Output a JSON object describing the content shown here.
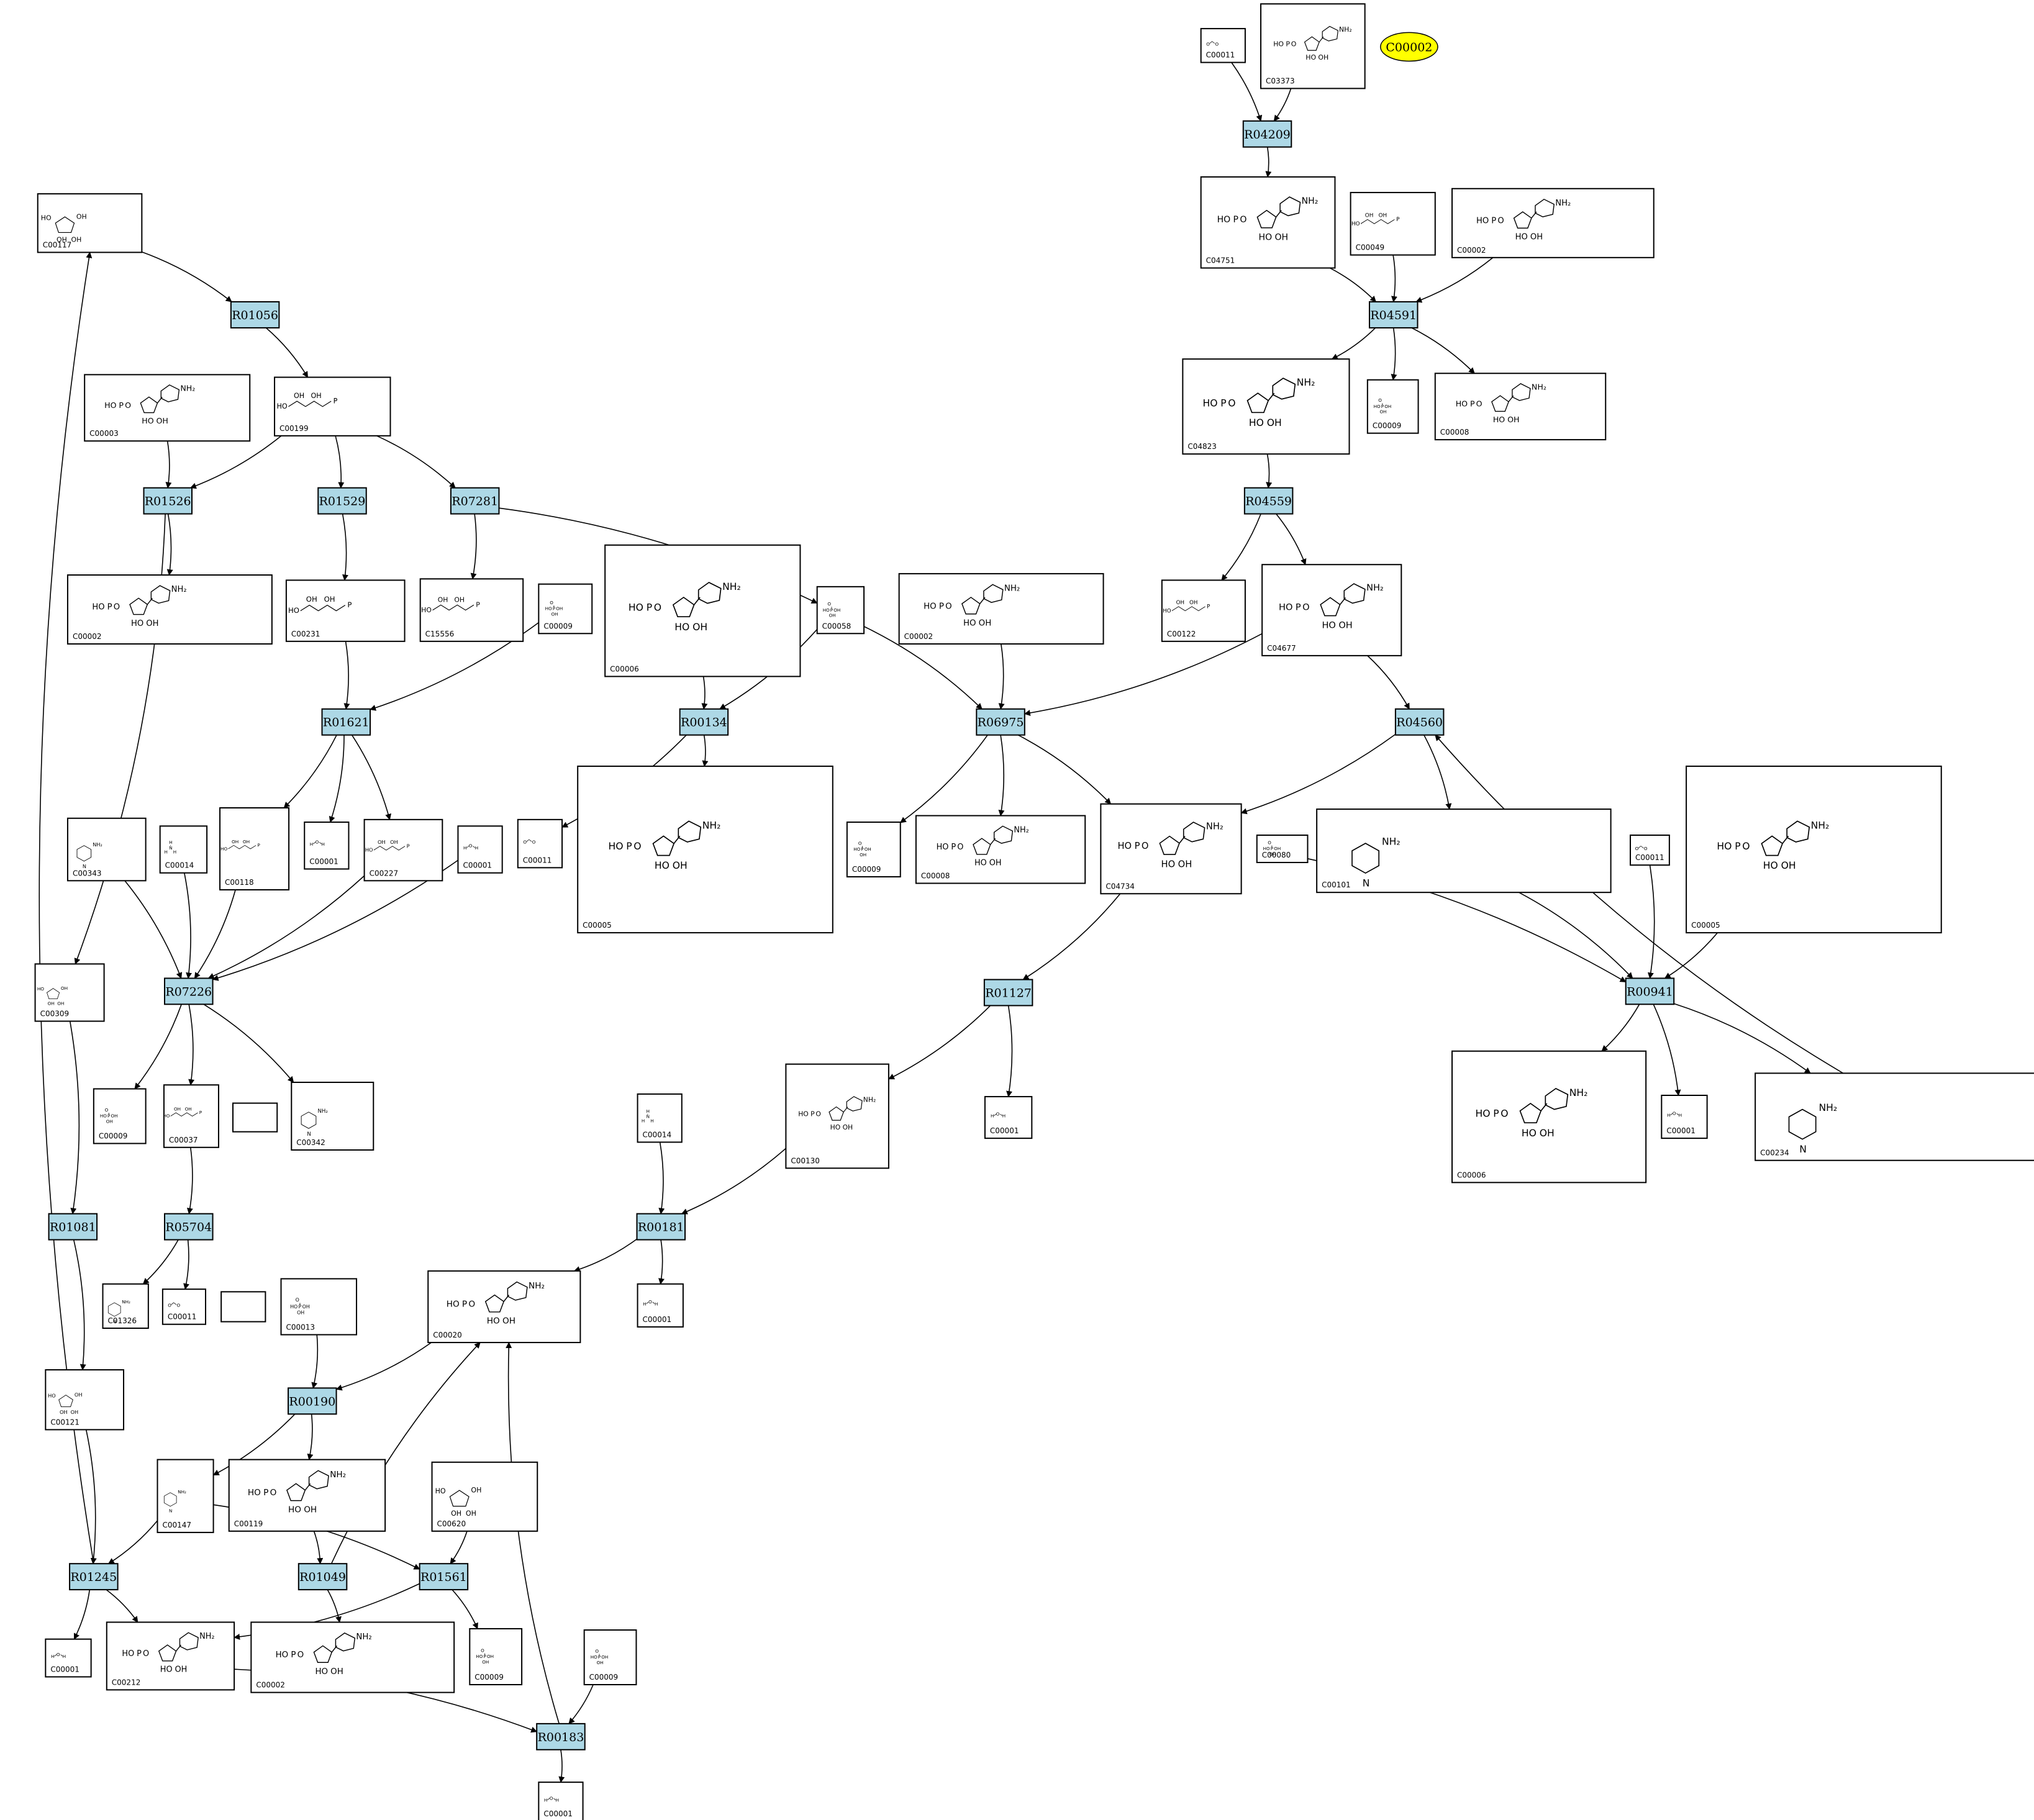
{
  "highlight": {
    "label": "C00002"
  },
  "reactions": [
    {
      "id": "R04209"
    },
    {
      "id": "R04591"
    },
    {
      "id": "R04559"
    },
    {
      "id": "R04560"
    },
    {
      "id": "R01056"
    },
    {
      "id": "R01526"
    },
    {
      "id": "R01529"
    },
    {
      "id": "R07281"
    },
    {
      "id": "R01621"
    },
    {
      "id": "R00134"
    },
    {
      "id": "R06975"
    },
    {
      "id": "R07226"
    },
    {
      "id": "R01127"
    },
    {
      "id": "R00941"
    },
    {
      "id": "R01081"
    },
    {
      "id": "R05704"
    },
    {
      "id": "R00181"
    },
    {
      "id": "R00190"
    },
    {
      "id": "R01245"
    },
    {
      "id": "R01049"
    },
    {
      "id": "R01561"
    },
    {
      "id": "R00183"
    }
  ],
  "compounds": [
    {
      "id": "C00011",
      "formula": "O=C=O"
    },
    {
      "id": "C03373",
      "formula": "AIR"
    },
    {
      "id": "C04751",
      "formula": "CAIR"
    },
    {
      "id": "C00049",
      "formula": "Asp"
    },
    {
      "id": "C00002",
      "formula": "ATP"
    },
    {
      "id": "C00117",
      "formula": "R5P"
    },
    {
      "id": "C04823",
      "formula": "SAICAR"
    },
    {
      "id": "C00009",
      "formula": "Pi"
    },
    {
      "id": "C00008",
      "formula": "ADP"
    },
    {
      "id": "C00003",
      "formula": "NAD+"
    },
    {
      "id": "C00199",
      "formula": "Ru5P"
    },
    {
      "id": "C00002",
      "formula": "ATP"
    },
    {
      "id": "C00231",
      "formula": "Xu5P"
    },
    {
      "id": "C15556",
      "formula": "C15556"
    },
    {
      "id": "C00009",
      "formula": "Pi"
    },
    {
      "id": "C00006",
      "formula": "NADP+"
    },
    {
      "id": "C00058",
      "formula": "HCOOH"
    },
    {
      "id": "C00002",
      "formula": "ATP"
    },
    {
      "id": "C00122",
      "formula": "Fumarate"
    },
    {
      "id": "C04677",
      "formula": "AICAR"
    },
    {
      "id": "C00005",
      "formula": "NADPH"
    },
    {
      "id": "C00009",
      "formula": "Pi"
    },
    {
      "id": "C00008",
      "formula": "ADP"
    },
    {
      "id": "C04734",
      "formula": "FAICAR"
    },
    {
      "id": "C00101",
      "formula": "THF"
    },
    {
      "id": "C00080",
      "formula": "H+"
    },
    {
      "id": "C00011",
      "formula": "O=C=O"
    },
    {
      "id": "C00005",
      "formula": "NADPH"
    },
    {
      "id": "C00343",
      "formula": "Trx"
    },
    {
      "id": "C00014",
      "formula": "NH3"
    },
    {
      "id": "C00118",
      "formula": "GAP"
    },
    {
      "id": "C00001",
      "formula": "H2O"
    },
    {
      "id": "C00227",
      "formula": "AcP"
    },
    {
      "id": "C00001",
      "formula": "H2O"
    },
    {
      "id": "C00011",
      "formula": "O=C=O"
    },
    {
      "id": "C00309",
      "formula": "Ribulose"
    },
    {
      "id": "C00009",
      "formula": "Pi"
    },
    {
      "id": "C00037",
      "formula": "Gly"
    },
    {
      "id": "C00342",
      "formula": "Trx-SH"
    },
    {
      "id": "C00001",
      "formula": "H2O"
    },
    {
      "id": "C00130",
      "formula": "IMP"
    },
    {
      "id": "C00006",
      "formula": "NADP+"
    },
    {
      "id": "C00001",
      "formula": "H2O"
    },
    {
      "id": "C00234",
      "formula": "10-formyl-THF"
    },
    {
      "id": "C00014",
      "formula": "NH3"
    },
    {
      "id": "C01326",
      "formula": "HCN"
    },
    {
      "id": "C00011",
      "formula": "O=C=O"
    },
    {
      "id": "C00013",
      "formula": "PPi"
    },
    {
      "id": "C00020",
      "formula": "AMP"
    },
    {
      "id": "C00001",
      "formula": "H2O"
    },
    {
      "id": "C00121",
      "formula": "Ribose"
    },
    {
      "id": "C00147",
      "formula": "Adenine"
    },
    {
      "id": "C00119",
      "formula": "PRPP"
    },
    {
      "id": "C00620",
      "formula": "R1P"
    },
    {
      "id": "C00001",
      "formula": "H2O"
    },
    {
      "id": "C00212",
      "formula": "Adenosine"
    },
    {
      "id": "C00002",
      "formula": "ATP"
    },
    {
      "id": "C00009",
      "formula": "Pi"
    },
    {
      "id": "C00009",
      "formula": "Pi"
    },
    {
      "id": "C00001",
      "formula": "H2O"
    }
  ]
}
